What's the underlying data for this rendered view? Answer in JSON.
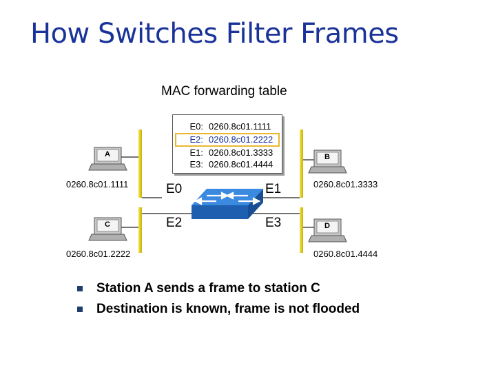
{
  "slide": {
    "title": "How Switches Filter Frames"
  },
  "mac_table": {
    "caption": "MAC forwarding  table",
    "entries": [
      {
        "port": "E0:",
        "mac": "0260.8c01.1111",
        "highlighted": false
      },
      {
        "port": "E2:",
        "mac": "0260.8c01.2222",
        "highlighted": true
      },
      {
        "port": "E1:",
        "mac": "0260.8c01.3333",
        "highlighted": false
      },
      {
        "port": "E3:",
        "mac": "0260.8c01.4444",
        "highlighted": false
      }
    ],
    "highlight_color": "#e8b830"
  },
  "hosts": {
    "a": {
      "name": "A",
      "mac": "0260.8c01.1111"
    },
    "b": {
      "name": "B",
      "mac": "0260.8c01.3333"
    },
    "c": {
      "name": "C",
      "mac": "0260.8c01.2222"
    },
    "d": {
      "name": "D",
      "mac": "0260.8c01.4444"
    }
  },
  "switch_ports": {
    "e0": "E0",
    "e1": "E1",
    "e2": "E2",
    "e3": "E3"
  },
  "bullets": [
    "Station A sends a frame to station C",
    "Destination is known, frame is not flooded"
  ],
  "colors": {
    "title": "#1a3399",
    "segment": "#e8d820",
    "switch": "#2a7ad0",
    "bullet": "#1f3e6e"
  },
  "icons": {
    "host": "pc-computer-icon",
    "switch": "ethernet-switch-icon"
  }
}
